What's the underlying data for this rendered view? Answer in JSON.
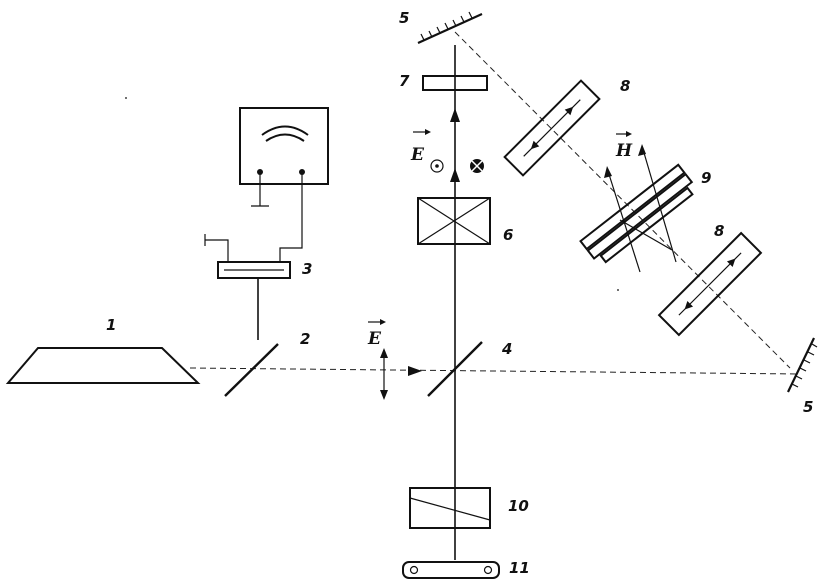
{
  "labels": {
    "l1": "1",
    "l2": "2",
    "l3": "3",
    "l4": "4",
    "l5_top": "5",
    "l5_right": "5",
    "l6": "6",
    "l7": "7",
    "l8_top": "8",
    "l8_bottom": "8",
    "l9": "9",
    "l10": "10",
    "l11": "11"
  },
  "vectors": {
    "e_horizontal": "E",
    "e_vertical": "E",
    "h_field": "H"
  }
}
